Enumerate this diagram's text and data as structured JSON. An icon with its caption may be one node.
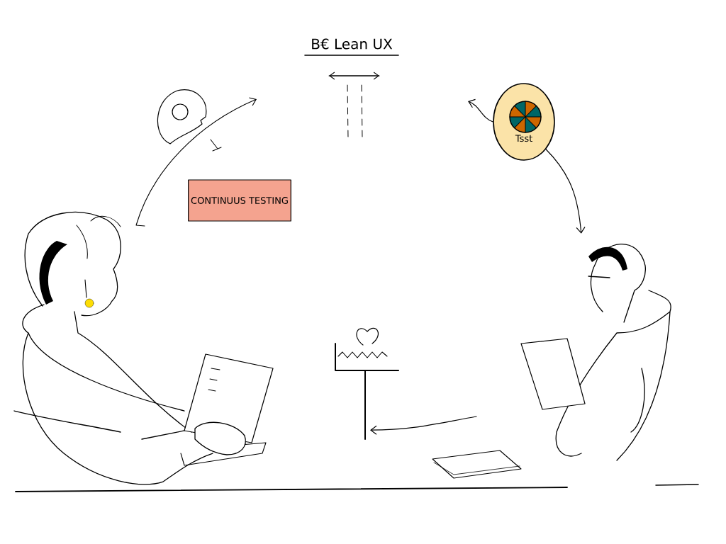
{
  "diagram": {
    "title": "B€ Lean UX",
    "nodes": [
      {
        "text": [
          "CONTINUUS TESTING"
        ]
      },
      {
        "text": [
          "Tsst"
        ]
      },
      {
        "text": [],
        "shape": "person"
      },
      {
        "text": [],
        "shape": "picture"
      }
    ],
    "edges": [
      {
        "from": 1,
        "to": null,
        "arrow": "to"
      },
      {
        "from": 1,
        "to": 2,
        "arrow": "to"
      },
      {
        "from": null,
        "to": 3,
        "arrow": "to"
      }
    ]
  }
}
